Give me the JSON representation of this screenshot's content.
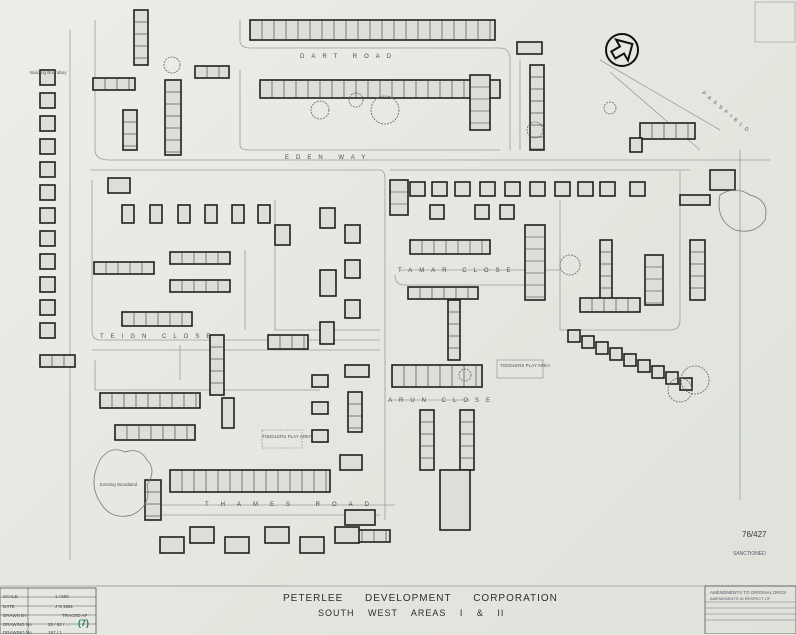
{
  "title_block": {
    "organisation": "PETERLEE DEVELOPMENT CORPORATION",
    "drawing_title": "SOUTH WEST AREAS I & II"
  },
  "info_table": {
    "rows": [
      {
        "label": "SCALE",
        "value": "1 / 500"
      },
      {
        "label": "DATE",
        "value": "J N 1961"
      },
      {
        "label": "DRAWN BY",
        "value": "TRACED AF"
      },
      {
        "label": "DRAWING No",
        "value": "28 / 82 / ...",
        "annotation": "(7)"
      },
      {
        "label": "DRAWING No",
        "value": "167 / 1"
      }
    ]
  },
  "streets": {
    "dart_road": "DART ROAD",
    "way": "EDEN WAY",
    "tamar_close": "TAMAR CLOSE",
    "teign_close": "TEIGN CLOSE",
    "arun_close": "ARUN CLOSE",
    "thames_road": "THAMES ROAD",
    "passfield": "PASSFIELD"
  },
  "annotations": {
    "toddlers_play_area_1": "TODDLERS PLAY AREA",
    "toddlers_play_area_2": "TODDLERS PLAY AREA",
    "existing_woodland": "Existing Woodland",
    "building_boundary": "Building Boundary"
  },
  "stamps": {
    "reference": "76/427",
    "approved": "SANCTIONED",
    "amendments_header": "AMENDMENTS TO ORIGINAL DRGS",
    "amendments_sub": "AMENDMENTS IN RESPECT OF"
  }
}
